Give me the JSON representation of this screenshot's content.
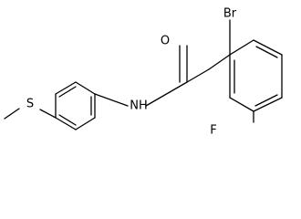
{
  "molecule": {
    "atoms": {
      "br": "Br",
      "o": "O",
      "nh": "NH",
      "s": "S",
      "f": "F"
    }
  }
}
